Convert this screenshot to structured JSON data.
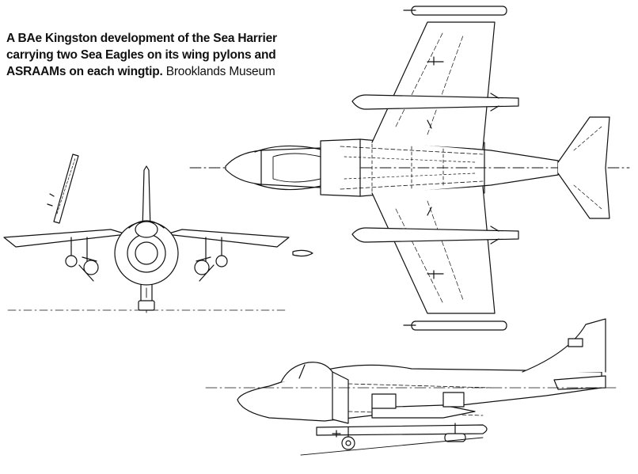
{
  "caption": {
    "line1": "A BAe Kingston development of the Sea Harrier",
    "line2": "carrying two Sea Eagles on its wing pylons and",
    "line3": "ASRAAMs on each wingtip.",
    "credit": "Brooklands Museum"
  },
  "colors": {
    "ink": "#111111",
    "paper": "#ffffff"
  },
  "views": [
    "front-view",
    "plan-view",
    "side-view"
  ]
}
